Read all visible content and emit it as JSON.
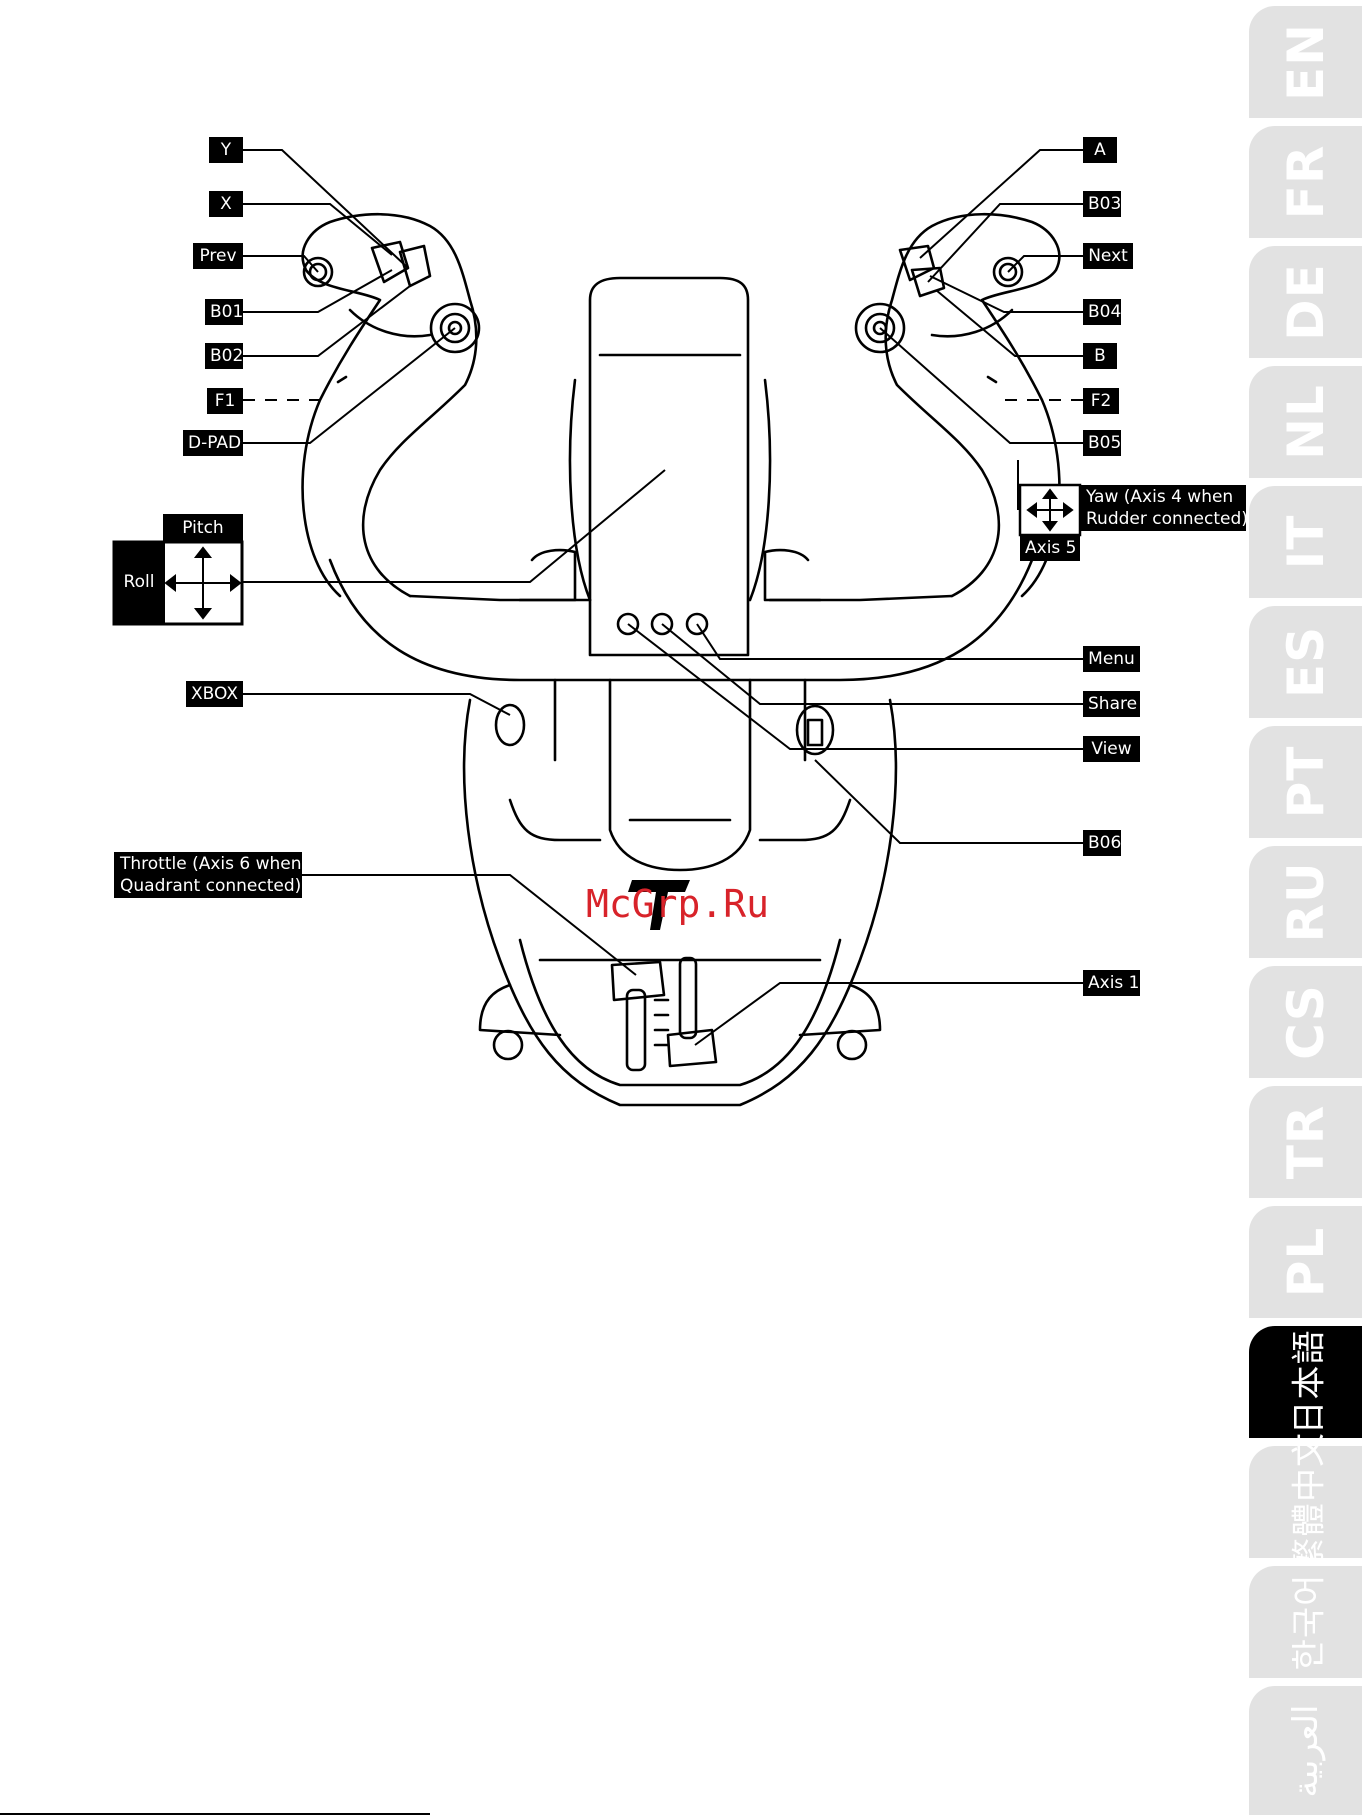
{
  "watermark": "McGrp.Ru",
  "language_tabs": [
    {
      "label": "EN",
      "active": false
    },
    {
      "label": "FR",
      "active": false
    },
    {
      "label": "DE",
      "active": false
    },
    {
      "label": "NL",
      "active": false
    },
    {
      "label": "IT",
      "active": false
    },
    {
      "label": "ES",
      "active": false
    },
    {
      "label": "PT",
      "active": false
    },
    {
      "label": "RU",
      "active": false
    },
    {
      "label": "CS",
      "active": false
    },
    {
      "label": "TR",
      "active": false
    },
    {
      "label": "PL",
      "active": false
    },
    {
      "label": "日本語",
      "active": true
    },
    {
      "label": "繁體中文",
      "active": false
    },
    {
      "label": "한국어",
      "active": false
    },
    {
      "label": "العربية",
      "active": false
    }
  ],
  "labels_left": {
    "y": "Y",
    "x": "X",
    "prev": "Prev",
    "b01": "B01",
    "b02": "B02",
    "f1": "F1",
    "dpad": "D-PAD",
    "pitch": "Pitch",
    "roll": "Roll",
    "xbox": "XBOX",
    "throttle_line1": "Throttle (Axis 6 when",
    "throttle_line2": "Quadrant connected)"
  },
  "labels_right": {
    "a": "A",
    "b03": "B03",
    "next": "Next",
    "b04": "B04",
    "b": "B",
    "f2": "F2",
    "b05": "B05",
    "yaw_line1": "Yaw (Axis 4 when",
    "yaw_line2": "Rudder connected)",
    "axis5": "Axis 5",
    "menu": "Menu",
    "share": "Share",
    "view": "View",
    "b06": "B06",
    "axis1": "Axis 1"
  }
}
